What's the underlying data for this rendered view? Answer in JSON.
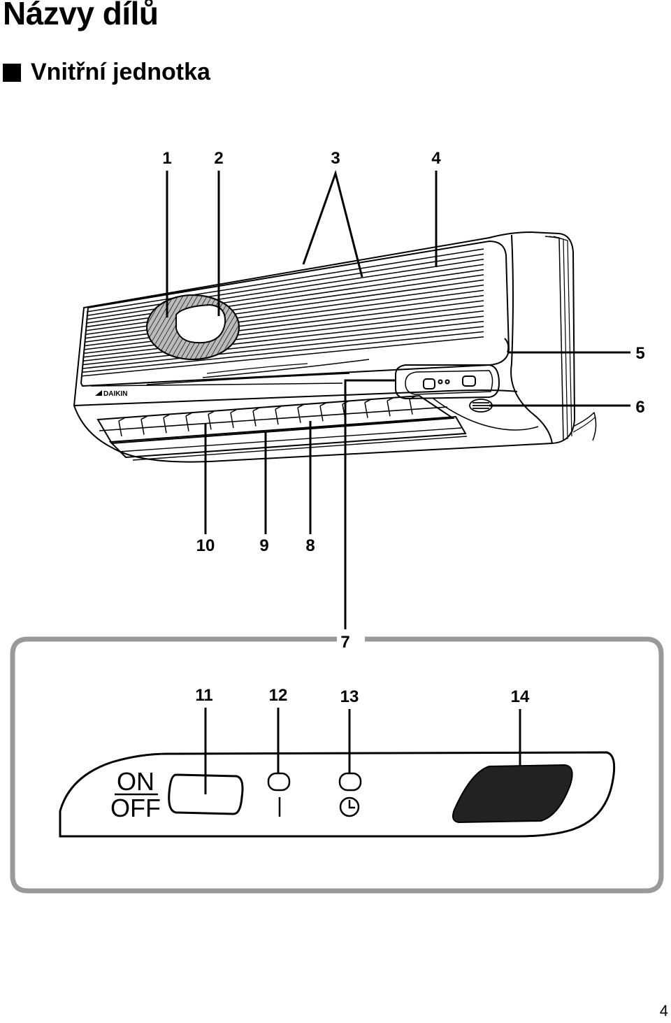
{
  "page": {
    "title": "Názvy dílů",
    "section": "Vnitřní jednotka",
    "page_number": "4"
  },
  "unit": {
    "brand": "DAIKIN"
  },
  "callouts": [
    "1",
    "2",
    "3",
    "4",
    "5",
    "6",
    "7",
    "8",
    "9",
    "10",
    "11",
    "12",
    "13",
    "14"
  ],
  "panel": {
    "on_label": "ON",
    "off_label": "OFF"
  }
}
